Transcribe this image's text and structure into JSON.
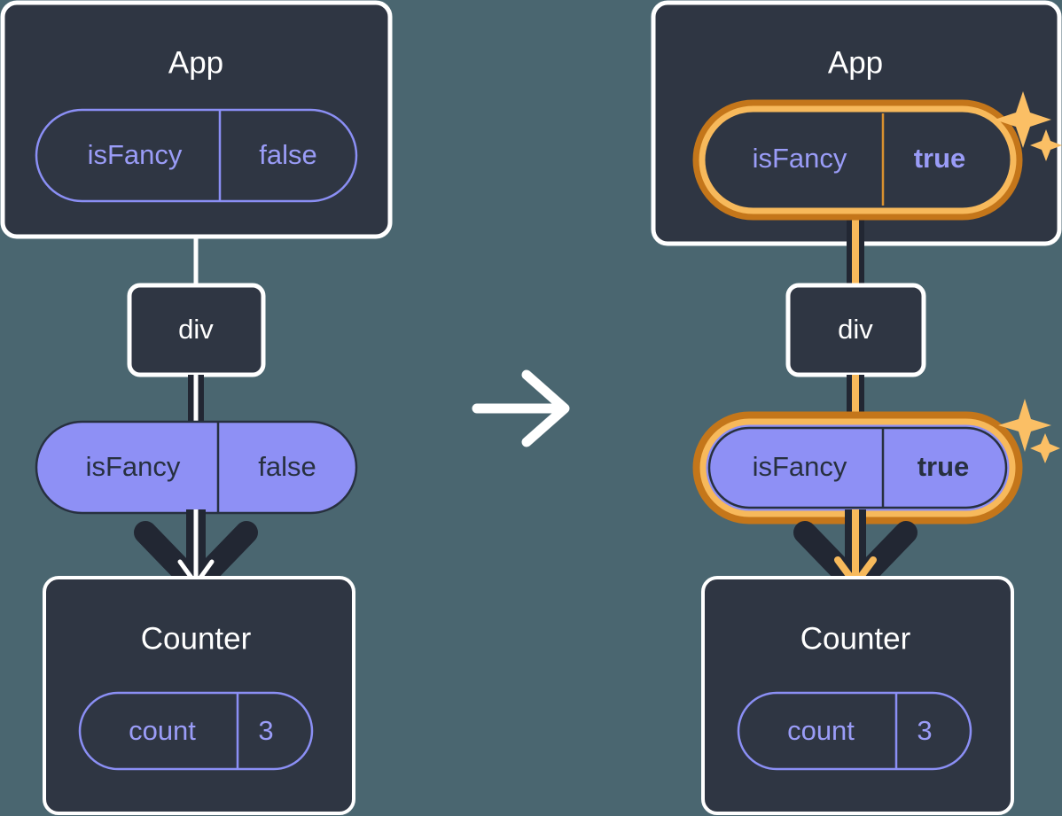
{
  "meta": {
    "colors": {
      "background": "#4a6670",
      "box_fill": "#2f3643",
      "box_border": "#ffffff",
      "pill_fill": "#8e90f5",
      "pill_outline_stroke": "#8b8ff5",
      "pill_text_dark": "#27303f",
      "pill_text_purple": "#9a9cf7",
      "highlight_outer": "#c4761a",
      "highlight_inner": "#f7b95b",
      "edge_dark": "#222733",
      "edge_white": "#ffffff",
      "sparkle": "#fbbf65"
    }
  },
  "transition_arrow": {
    "icon": "arrow-right-icon",
    "color": "#ffffff"
  },
  "panels": [
    {
      "id": "before",
      "app": {
        "title": "App",
        "state_pill": {
          "key": "isFancy",
          "value": "false",
          "style": "outline",
          "highlighted": false,
          "value_bold": false
        }
      },
      "div": {
        "title": "div"
      },
      "prop_pill": {
        "key": "isFancy",
        "value": "false",
        "style": "filled",
        "highlighted": false,
        "value_bold": false
      },
      "counter": {
        "title": "Counter",
        "state_pill": {
          "key": "count",
          "value": "3",
          "style": "outline",
          "highlighted": false,
          "value_bold": false
        }
      },
      "sparkles": []
    },
    {
      "id": "after",
      "app": {
        "title": "App",
        "state_pill": {
          "key": "isFancy",
          "value": "true",
          "style": "outline",
          "highlighted": true,
          "value_bold": true
        }
      },
      "div": {
        "title": "div"
      },
      "prop_pill": {
        "key": "isFancy",
        "value": "true",
        "style": "filled",
        "highlighted": true,
        "value_bold": true
      },
      "counter": {
        "title": "Counter",
        "state_pill": {
          "key": "count",
          "value": "3",
          "style": "outline",
          "highlighted": false,
          "value_bold": false
        }
      },
      "sparkles": [
        {
          "name": "sparkle-icon-app"
        },
        {
          "name": "sparkle-icon-prop"
        }
      ]
    }
  ]
}
